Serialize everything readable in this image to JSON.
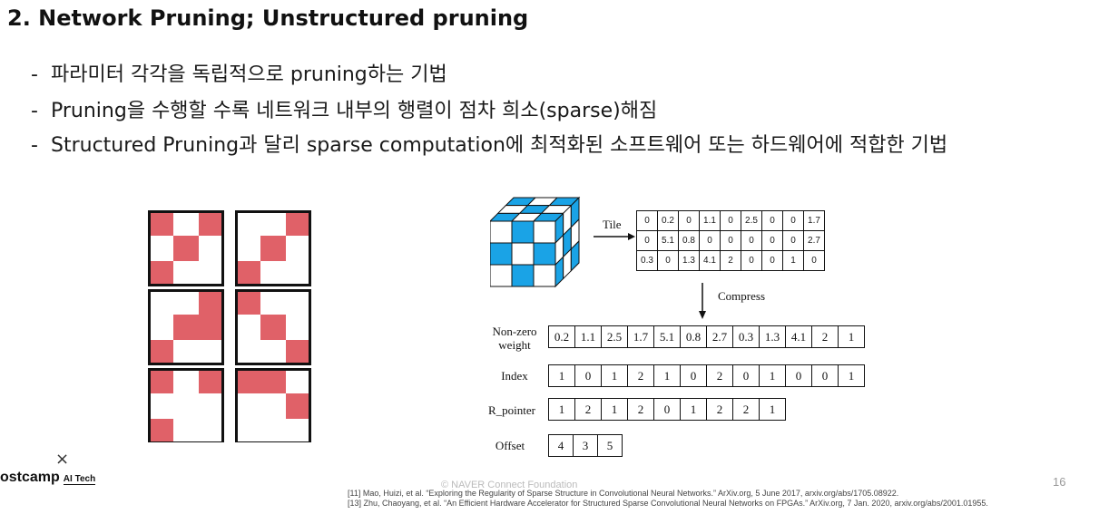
{
  "slide": {
    "title": "2. Network Pruning; Unstructured pruning",
    "bullets": [
      "파라미터 각각을 독립적으로 pruning하는 기법",
      "Pruning을 수행할 수록 네트워크 내부의 행렬이 점차 희소(sparse)해짐",
      "Structured Pruning과 달리 sparse computation에 최적화된 소프트웨어 또는 하드웨어에 적합한 기법"
    ],
    "bullet_dash": "-"
  },
  "figure": {
    "colors": {
      "mask_fill": "#e06168",
      "cube_fill": "#1aa3e6",
      "line": "#111111"
    },
    "tile_label": "Tile",
    "compress_label": "Compress",
    "tile_matrix": [
      [
        "0",
        "0.2",
        "0",
        "1.1",
        "0",
        "2.5",
        "0",
        "0",
        "1.7"
      ],
      [
        "0",
        "5.1",
        "0.8",
        "0",
        "0",
        "0",
        "0",
        "0",
        "2.7"
      ],
      [
        "0.3",
        "0",
        "1.3",
        "4.1",
        "2",
        "0",
        "0",
        "1",
        "0"
      ]
    ],
    "rows": [
      {
        "label_line1": "Non-zero",
        "label_line2": "weight",
        "values": [
          "0.2",
          "1.1",
          "2.5",
          "1.7",
          "5.1",
          "0.8",
          "2.7",
          "0.3",
          "1.3",
          "4.1",
          "2",
          "1"
        ]
      },
      {
        "label_line1": "Index",
        "label_line2": "",
        "values": [
          "1",
          "0",
          "1",
          "2",
          "1",
          "0",
          "2",
          "0",
          "1",
          "0",
          "0",
          "1"
        ]
      },
      {
        "label_line1": "R_pointer",
        "label_line2": "",
        "values": [
          "1",
          "2",
          "1",
          "2",
          "0",
          "1",
          "2",
          "2",
          "1"
        ]
      },
      {
        "label_line1": "Offset",
        "label_line2": "",
        "values": [
          "4",
          "3",
          "5"
        ]
      }
    ]
  },
  "footer": {
    "logo_x": "×",
    "logo_text": "ostcamp",
    "logo_ai": "AI Tech",
    "copyright": "©  NAVER Connect Foundation",
    "page_number": "16",
    "refs": [
      "[11] Mao, Huizi, et al. “Exploring the Regularity of Sparse Structure in Convolutional Neural Networks.” ArXiv.org, 5 June 2017, arxiv.org/abs/1705.08922.",
      "[13] Zhu, Chaoyang, et al. “An Efficient Hardware Accelerator for Structured Sparse Convolutional Neural Networks on FPGAs.” ArXiv.org, 7 Jan. 2020, arxiv.org/abs/2001.01955."
    ]
  }
}
